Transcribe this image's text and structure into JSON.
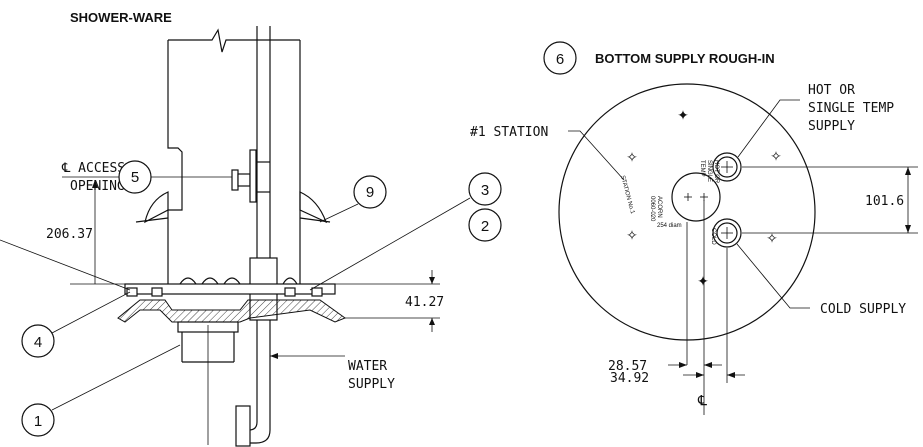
{
  "left_view": {
    "title": "SHOWER-WARE",
    "access_opening": "℄ ACCESS\nOPENING",
    "dim_206": "206.37",
    "dim_41": "41.27",
    "water_supply": "WATER\nSUPPLY",
    "callouts": [
      "1",
      "2",
      "3",
      "4",
      "5",
      "9"
    ]
  },
  "right_view": {
    "number": "6",
    "title": "BOTTOM SUPPLY ROUGH-IN",
    "station": "#1 STATION",
    "hot_supply": "HOT OR\nSINGLE TEMP\nSUPPLY",
    "cold_supply": "COLD SUPPLY",
    "dim_101": "101.6",
    "dim_28": "28.57",
    "dim_34": "34.92",
    "center_mark": "℄",
    "inner_text": {
      "hot": "HOT OR\nSINGLE\nTEMP",
      "cold": "COLD",
      "acorn": "ACORN\n0060-020",
      "diam": "254 diam",
      "station_label": "STATION No.1"
    }
  }
}
